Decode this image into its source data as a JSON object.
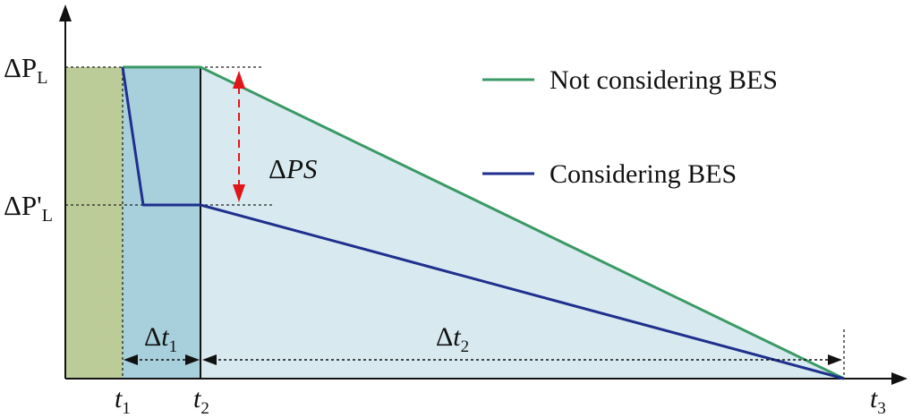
{
  "legend": [
    {
      "label": "Not considering BES",
      "color": "#3a9a64"
    },
    {
      "label": "Considering BES",
      "color": "#1f2f8e"
    }
  ],
  "y_labels": {
    "pl_main": "ΔP",
    "pl_sub": "L",
    "plp_main": "ΔP'",
    "plp_sub": "L"
  },
  "x_labels": {
    "t1_main": "t",
    "t1_sub": "1",
    "t2_main": "t",
    "t2_sub": "2",
    "t3_main": "t",
    "t3_sub": "3"
  },
  "annotations": {
    "dps_delta": "Δ",
    "dps_text": "PS",
    "dt1_delta": "Δ",
    "dt1_t": "t",
    "dt1_sub": "1",
    "dt2_delta": "Δ",
    "dt2_t": "t",
    "dt2_sub": "2"
  },
  "colors": {
    "region_green": "#bccc98",
    "region_blue": "#a8d0dc",
    "region_light": "#d8eaf0",
    "arrow_red": "#e0161b"
  }
}
